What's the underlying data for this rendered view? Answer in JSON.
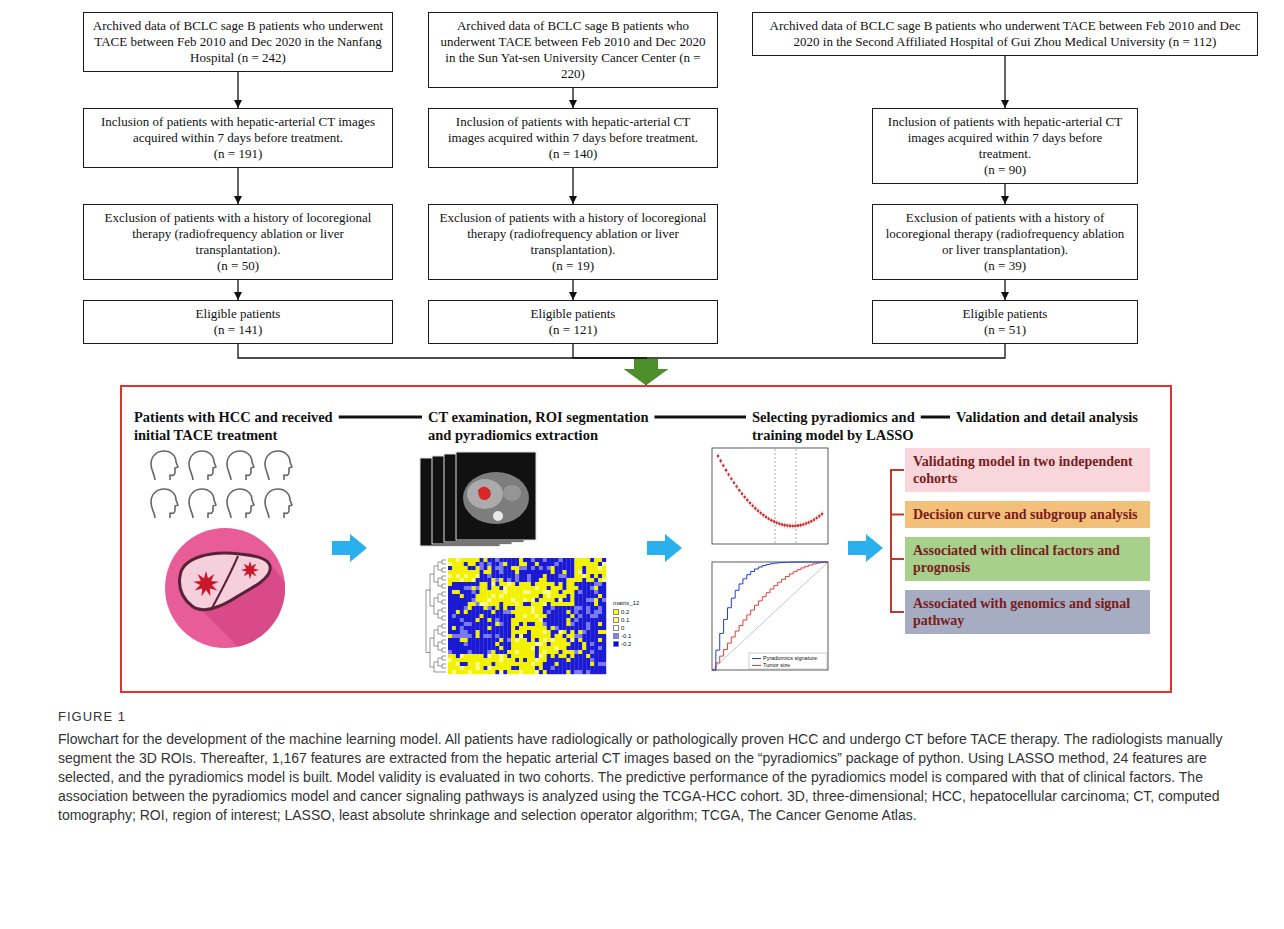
{
  "diagram": {
    "caption": "Flowchart for the development of the machine learning model. All patients have radiologically or pathologically proven HCC and undergo CT before TACE therapy. The radiologists manually segment the 3D ROIs. Thereafter, 1,167 features are extracted from the hepatic arterial CT images based on the “pyradiomics” package of python. Using LASSO method, 24 features are selected, and the pyradiomics model is built. Model validity is evaluated in two cohorts. The predictive performance of the pyradiomics model is compared with that of clinical factors. The association between the pyradiomics model and cancer signaling pathways is analyzed using the TCGA-HCC cohort. 3D, three-dimensional; HCC, hepatocellular carcinoma; CT, computed tomography; ROI, region of interest; LASSO, least absolute shrinkage and selection operator algorithm; TCGA, The Cancer Genome Atlas.",
    "nodes": [
      {
        "text": [
          "Archived data of BCLC sage B patients who underwent TACE between Feb 2010 and Dec 2020 in the Nanfang Hospital (n = 242)"
        ]
      },
      {
        "text": [
          "Inclusion of patients with hepatic-arterial CT images acquired within 7 days before treatment.",
          "(n = 191)"
        ]
      },
      {
        "text": [
          "Exclusion of patients with a history of locoregional therapy (radiofrequency ablation or liver transplantation).",
          "(n = 50)"
        ]
      },
      {
        "text": [
          "Eligible patients",
          "(n = 141)"
        ]
      },
      {
        "text": [
          "Archived data of BCLC sage B patients who underwent TACE between Feb 2010 and Dec 2020 in the Sun Yat-sen University Cancer Center (n = 220)"
        ]
      },
      {
        "text": [
          "Inclusion of patients with hepatic-arterial CT images acquired within 7 days before treatment.",
          "(n = 140)"
        ]
      },
      {
        "text": [
          "Exclusion of patients with a history of locoregional therapy (radiofrequency ablation or liver transplantation).",
          "(n = 19)"
        ]
      },
      {
        "text": [
          "Eligible patients",
          "(n = 121)"
        ]
      },
      {
        "text": [
          "Archived data of BCLC sage B patients who underwent TACE between Feb 2010 and Dec 2020 in the Second Affiliated Hospital of Gui Zhou Medical University (n = 112)"
        ]
      },
      {
        "text": [
          "Inclusion of patients with hepatic-arterial CT images acquired within 7 days before treatment.",
          "(n = 90)"
        ]
      },
      {
        "text": [
          "Exclusion of patients with a history of locoregional therapy (radiofrequency ablation or liver transplantation).",
          "(n = 39)"
        ]
      },
      {
        "text": [
          "Eligible patients",
          "(n = 51)"
        ]
      },
      {
        "text": [
          "Patients with HCC and received initial TACE treatment",
          "CT examination, ROI segmentation and pyradiomics extraction",
          "Selecting pyradiomics and training model by LASSO",
          "Validation and detail analysis"
        ]
      },
      {
        "text": [
          "Validating model in two independent cohorts"
        ],
        "in": 12
      },
      {
        "text": [
          "Decision curve and subgroup analysis"
        ],
        "in": 12
      },
      {
        "text": [
          "Associated with clincal factors and prognosis"
        ],
        "in": 12
      },
      {
        "text": [
          "Associated with genomics and signal pathway"
        ],
        "in": 12
      }
    ],
    "edges": [
      {
        "from": 0,
        "to": 1,
        "arrow": "to"
      },
      {
        "from": 1,
        "to": 2,
        "arrow": "to"
      },
      {
        "from": 2,
        "to": 3,
        "arrow": "to"
      },
      {
        "from": 4,
        "to": 5,
        "arrow": "to"
      },
      {
        "from": 5,
        "to": 6,
        "arrow": "to"
      },
      {
        "from": 6,
        "to": 7,
        "arrow": "to"
      },
      {
        "from": 8,
        "to": 9,
        "arrow": "to"
      },
      {
        "from": 9,
        "to": 10,
        "arrow": "to"
      },
      {
        "from": 10,
        "to": 11,
        "arrow": "to"
      },
      {
        "from": 3,
        "to": 12,
        "arrow": "to"
      },
      {
        "from": 7,
        "to": 12,
        "arrow": "to"
      },
      {
        "from": 11,
        "to": 12,
        "arrow": "to"
      }
    ],
    "labels": [
      "matrix_12",
      "FIGURE 1"
    ],
    "legend": [
      {
        "text": "0.2",
        "color": "#ffff00"
      },
      {
        "text": "0.1",
        "color": "#ffff80"
      },
      {
        "text": "0",
        "color": "#ffffff"
      },
      {
        "text": "-0.1",
        "color": "#8080ff"
      },
      {
        "text": "-0.2",
        "color": "#0000ff"
      },
      {
        "text": "Pyradiomics signature"
      },
      {
        "text": "Tumor size"
      }
    ]
  }
}
